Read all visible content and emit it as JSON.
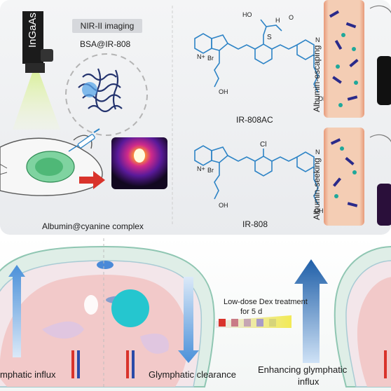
{
  "top": {
    "camera_label": "InGaAs",
    "nir_pill": "NIR-II imaging",
    "bsa_label": "BSA@IR-808",
    "complex_label": "Albumin@cyanine complex",
    "molecule_top_label": "IR-808AC",
    "molecule_bottom_label": "IR-808",
    "escaping_label": "Albumin-escaping",
    "seeking_label": "Albumin-seeking",
    "atoms": {
      "ho": "HO",
      "o": "O",
      "h": "H",
      "n": "N",
      "s": "S",
      "cl": "Cl",
      "br": "Br",
      "oh": "OH",
      "n_plus": "N+"
    }
  },
  "bottom": {
    "influx_label": "Glymphatic influx",
    "influx_visible": "mphatic influx",
    "clearance_label": "Glymphatic clearance",
    "treatment_line1": "Low-dose Dex treatment",
    "treatment_line2": "for 5 d",
    "enhancing_line1": "Enhancing glymphatic",
    "enhancing_line2": "influx"
  },
  "colors": {
    "chem_blue": "#2e84c6",
    "arrow_blue": "#4a90d9",
    "dark_blue": "#1f5fa8",
    "tissue_pink": "#f2c9c9",
    "cyan_lesion": "#25c6cf",
    "vessel_peach": "#f2c6a8",
    "divider_gray": "#cfcfcf"
  }
}
